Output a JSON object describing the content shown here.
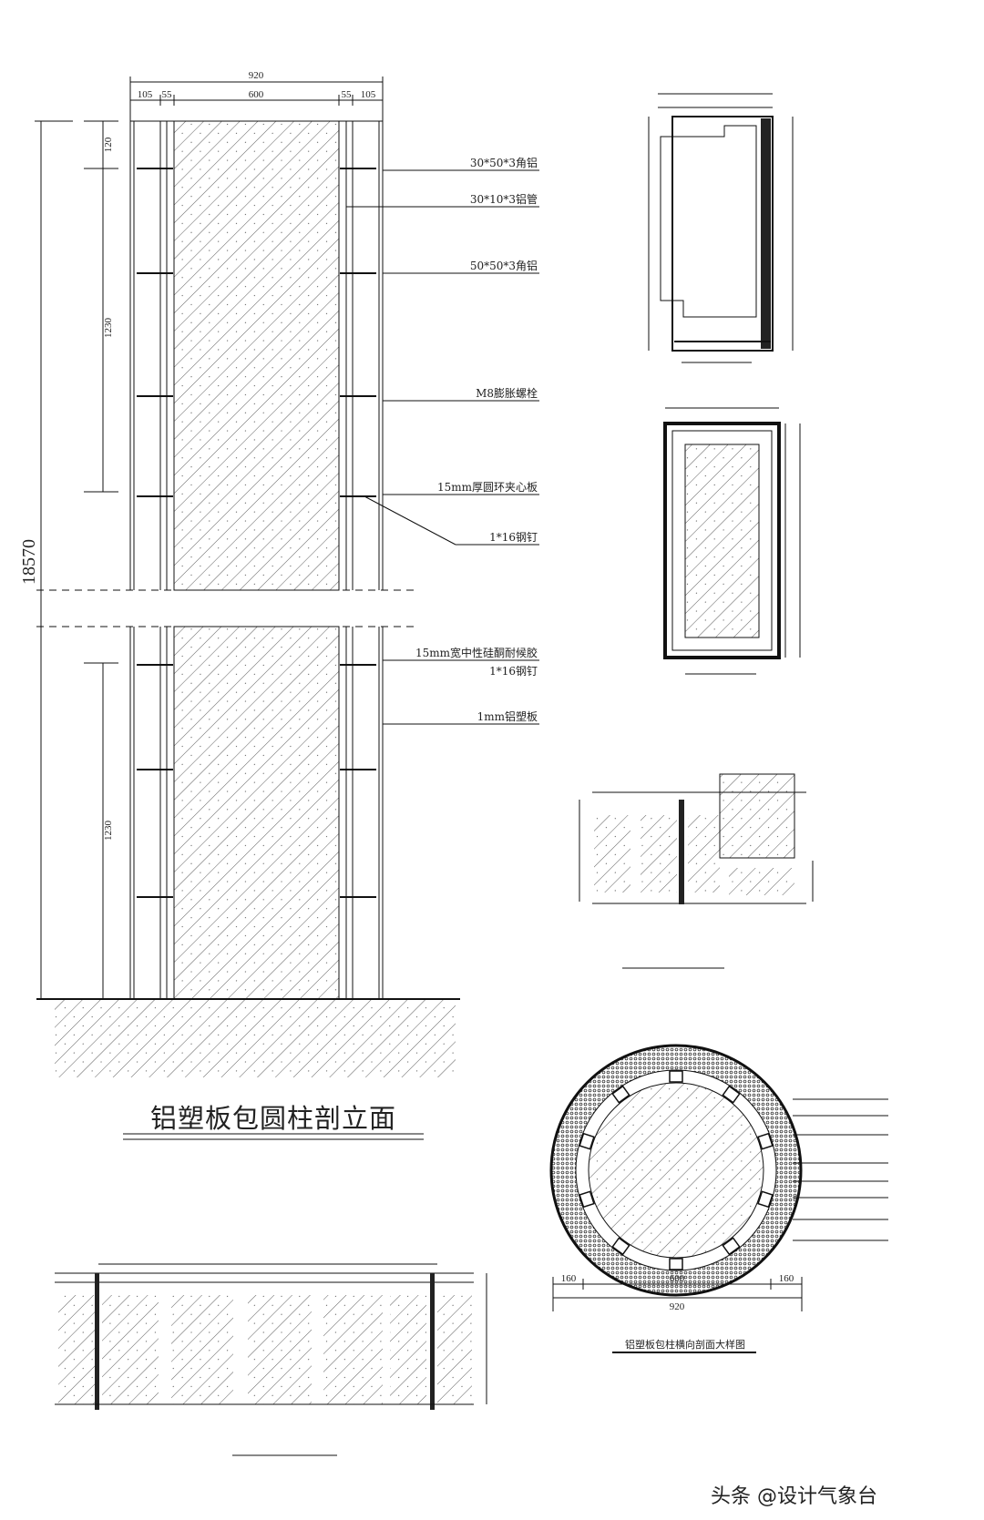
{
  "elevation": {
    "title": "铝塑板包圆柱剖立面",
    "total_height": "18570",
    "top_dims": {
      "overall": "920",
      "parts": [
        "105",
        "55",
        "600",
        "55",
        "105"
      ]
    },
    "left_dims": [
      "120",
      "1230",
      "1230"
    ],
    "callouts": [
      "30*50*3角铝",
      "30*10*3铝管",
      "50*50*3角铝",
      "M8膨胀螺栓",
      "15mm厚圆环夹心板",
      "1*16钢钉",
      "15mm宽中性硅酮耐候胶",
      "1*16钢钉",
      "1mm铝塑板"
    ]
  },
  "round_section": {
    "caption": "铝塑板包柱横向剖面大样图",
    "dims": {
      "parts": [
        "160",
        "600",
        "160"
      ],
      "overall": "920"
    }
  },
  "watermark": "头条 @设计气象台"
}
